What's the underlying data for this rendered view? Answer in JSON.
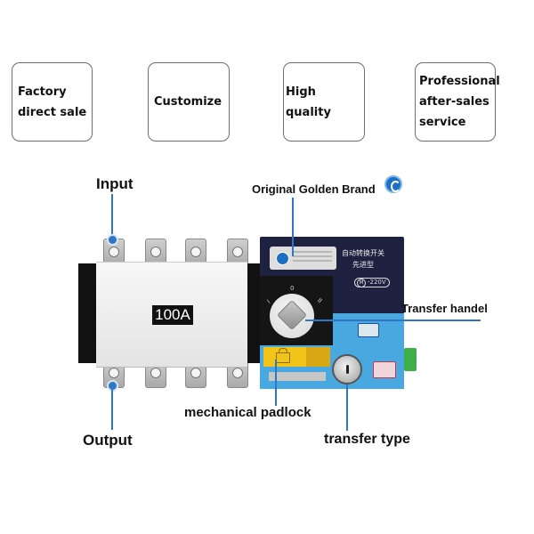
{
  "features": [
    {
      "lines": [
        "Factory",
        "direct sale"
      ]
    },
    {
      "lines": [
        "Customize"
      ]
    },
    {
      "lines": [
        "High quality"
      ]
    },
    {
      "lines": [
        "Professional",
        "after-sales",
        "service"
      ]
    }
  ],
  "product": {
    "rating_label": "100A",
    "chinese_title_line1": "自动转换开关",
    "chinese_title_line2": "先进型",
    "voltage_badge_m": "M",
    "voltage_badge_text": "-220V",
    "dial_positions": [
      "I",
      "0",
      "II"
    ]
  },
  "callouts": {
    "input": "Input",
    "output": "Output",
    "brand": "Original Golden Brand",
    "transfer_handle": "Transfer handel",
    "padlock": "mechanical padlock",
    "transfer_type": "transfer type"
  },
  "colors": {
    "callout_line": "#2f76c6",
    "panel_blue": "#4aa8e0",
    "panel_dark": "#1e2140",
    "padlock_yellow": "#f2c419",
    "connector_green": "#3fae4a"
  }
}
